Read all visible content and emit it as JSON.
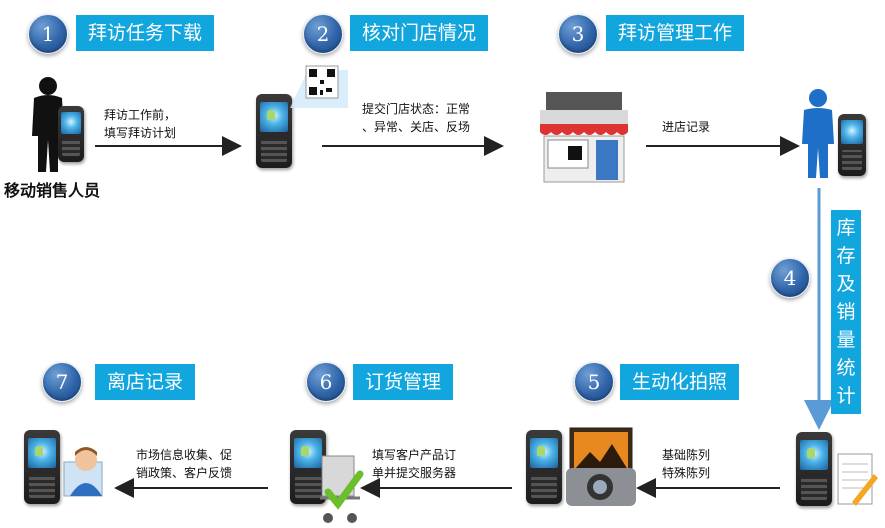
{
  "steps": [
    {
      "num": "1",
      "label": "拜访任务下载"
    },
    {
      "num": "2",
      "label": "核对门店情况"
    },
    {
      "num": "3",
      "label": "拜访管理工作"
    },
    {
      "num": "4",
      "label": "库存及销量统计"
    },
    {
      "num": "5",
      "label": "生动化拍照"
    },
    {
      "num": "6",
      "label": "订货管理"
    },
    {
      "num": "7",
      "label": "离店记录"
    }
  ],
  "vertical_label_chars": [
    "库",
    "存",
    "及",
    "销",
    "量",
    "统",
    "计"
  ],
  "actor_caption": "移动销售人员",
  "notes": {
    "n1": [
      "拜访工作前，",
      "填写拜访计划"
    ],
    "n2": [
      "提交门店状态：正常",
      "、异常、关店、反场"
    ],
    "n3": [
      "进店记录"
    ],
    "n5": [
      "基础陈列",
      "特殊陈列"
    ],
    "n6": [
      "填写客户产品订",
      "单并提交服务器"
    ],
    "n7": [
      "市场信息收集、促",
      "销政策、客户反馈"
    ]
  },
  "colors": {
    "label_bg": "#12a6df",
    "arrow": "#222222",
    "vertical_arrow": "#5b9bd5"
  },
  "icons": [
    "salesperson-icon",
    "handheld-device-icon",
    "qr-code-icon",
    "store-icon",
    "person-icon",
    "camera-icon",
    "cart-icon",
    "checklist-icon",
    "customer-icon"
  ]
}
